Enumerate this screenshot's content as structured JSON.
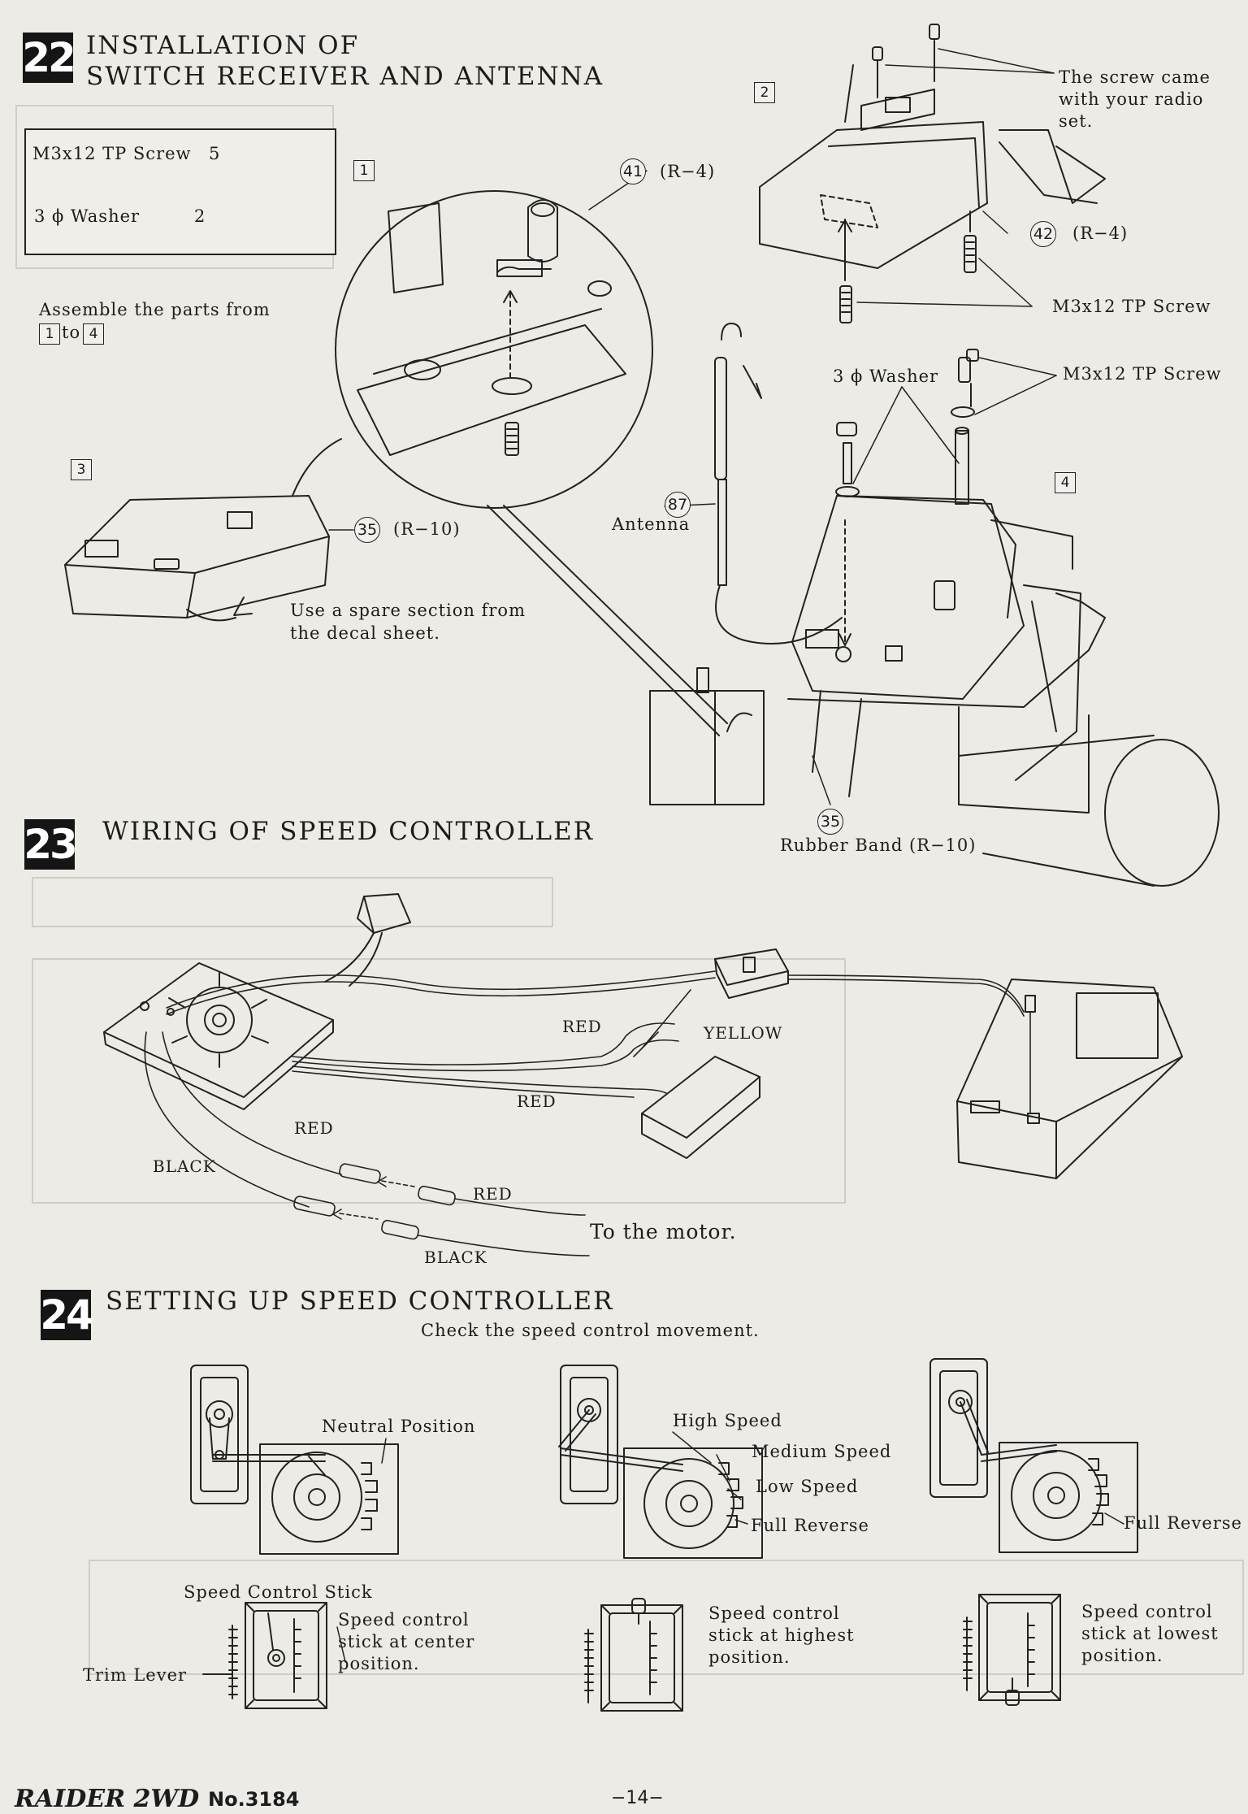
{
  "sections": {
    "s22": {
      "number": "22",
      "title_line1": "INSTALLATION OF",
      "title_line2": "SWITCH RECEIVER AND ANTENNA",
      "parts": [
        {
          "name": "M3x12 TP Screw",
          "qty": "5"
        },
        {
          "name": "3 ϕ Washer",
          "qty": "2"
        }
      ],
      "assemble_note_line1": "Assemble the parts from",
      "assemble_note_from": "1",
      "assemble_note_to_word": "to",
      "assemble_note_to": "4",
      "steps": [
        "1",
        "2",
        "3",
        "4"
      ],
      "callouts": {
        "part41_num": "41",
        "part41_ref": "(R−4)",
        "part42_num": "42",
        "part42_ref": "(R−4)",
        "part35a_num": "35",
        "part35a_ref": "(R−10)",
        "part87_num": "87",
        "antenna": "Antenna",
        "part35b_num": "35",
        "rubber_band": "Rubber Band (R−10)",
        "screw_radio_line1": "The screw came",
        "screw_radio_line2": "with your radio",
        "screw_radio_line3": "set.",
        "m3x12_a": "M3x12 TP Screw",
        "washer": "3 ϕ Washer",
        "m3x12_b": "M3x12 TP Screw",
        "decal_line1": "Use a spare section from",
        "decal_line2": "the decal sheet."
      }
    },
    "s23": {
      "number": "23",
      "title": "WIRING OF SPEED CONTROLLER",
      "wires": {
        "red1": "RED",
        "yellow": "YELLOW",
        "red2": "RED",
        "red3": "RED",
        "black1": "BLACK",
        "red4": "RED",
        "black2": "BLACK",
        "to_motor": "To the motor."
      }
    },
    "s24": {
      "number": "24",
      "title": "SETTING UP SPEED CONTROLLER",
      "subtitle": "Check the speed control movement.",
      "labels": {
        "neutral": "Neutral Position",
        "high": "High Speed",
        "medium": "Medium Speed",
        "low": "Low Speed",
        "full_reverse_a": "Full Reverse",
        "full_reverse_b": "Full Reverse",
        "speed_control_stick": "Speed Control Stick",
        "trim_lever": "Trim Lever",
        "center_line1": "Speed control",
        "center_line2": "stick at center",
        "center_line3": "position.",
        "highest_line1": "Speed control",
        "highest_line2": "stick at highest",
        "highest_line3": "position.",
        "lowest_line1": "Speed control",
        "lowest_line2": "stick at lowest",
        "lowest_line3": "position."
      }
    }
  },
  "footer": {
    "model": "RAIDER 2WD",
    "number": "No.3184",
    "page": "−14−"
  }
}
